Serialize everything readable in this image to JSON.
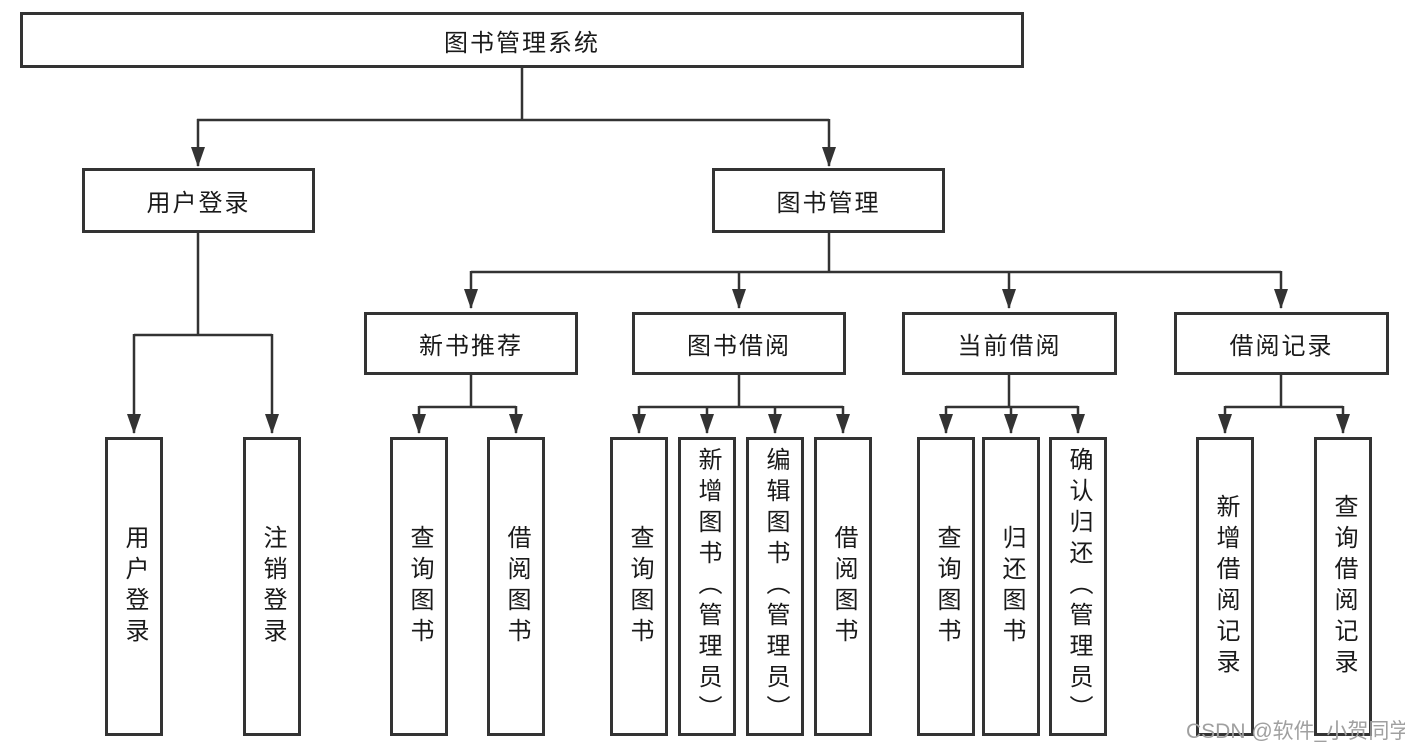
{
  "diagram": {
    "type": "hierarchy-tree",
    "root": {
      "label": "图书管理系统"
    },
    "branches": [
      {
        "label": "用户登录",
        "children": [
          {
            "label": "用户登录"
          },
          {
            "label": "注销登录"
          }
        ]
      },
      {
        "label": "图书管理",
        "children": [
          {
            "label": "新书推荐",
            "children": [
              {
                "label": "查询图书"
              },
              {
                "label": "借阅图书"
              }
            ]
          },
          {
            "label": "图书借阅",
            "children": [
              {
                "label": "查询图书"
              },
              {
                "label": "新增图书（管理员）"
              },
              {
                "label": "编辑图书（管理员）"
              },
              {
                "label": "借阅图书"
              }
            ]
          },
          {
            "label": "当前借阅",
            "children": [
              {
                "label": "查询图书"
              },
              {
                "label": "归还图书"
              },
              {
                "label": "确认归还（管理员）"
              }
            ]
          },
          {
            "label": "借阅记录",
            "children": [
              {
                "label": "新增借阅记录"
              },
              {
                "label": "查询借阅记录"
              }
            ]
          }
        ]
      }
    ]
  },
  "watermark": "CSDN @软件_小贺同学",
  "colors": {
    "line": "#333333",
    "box_border": "#333333",
    "text": "#1a1a1a",
    "watermark": "#a0a0a0",
    "background": "#ffffff"
  }
}
